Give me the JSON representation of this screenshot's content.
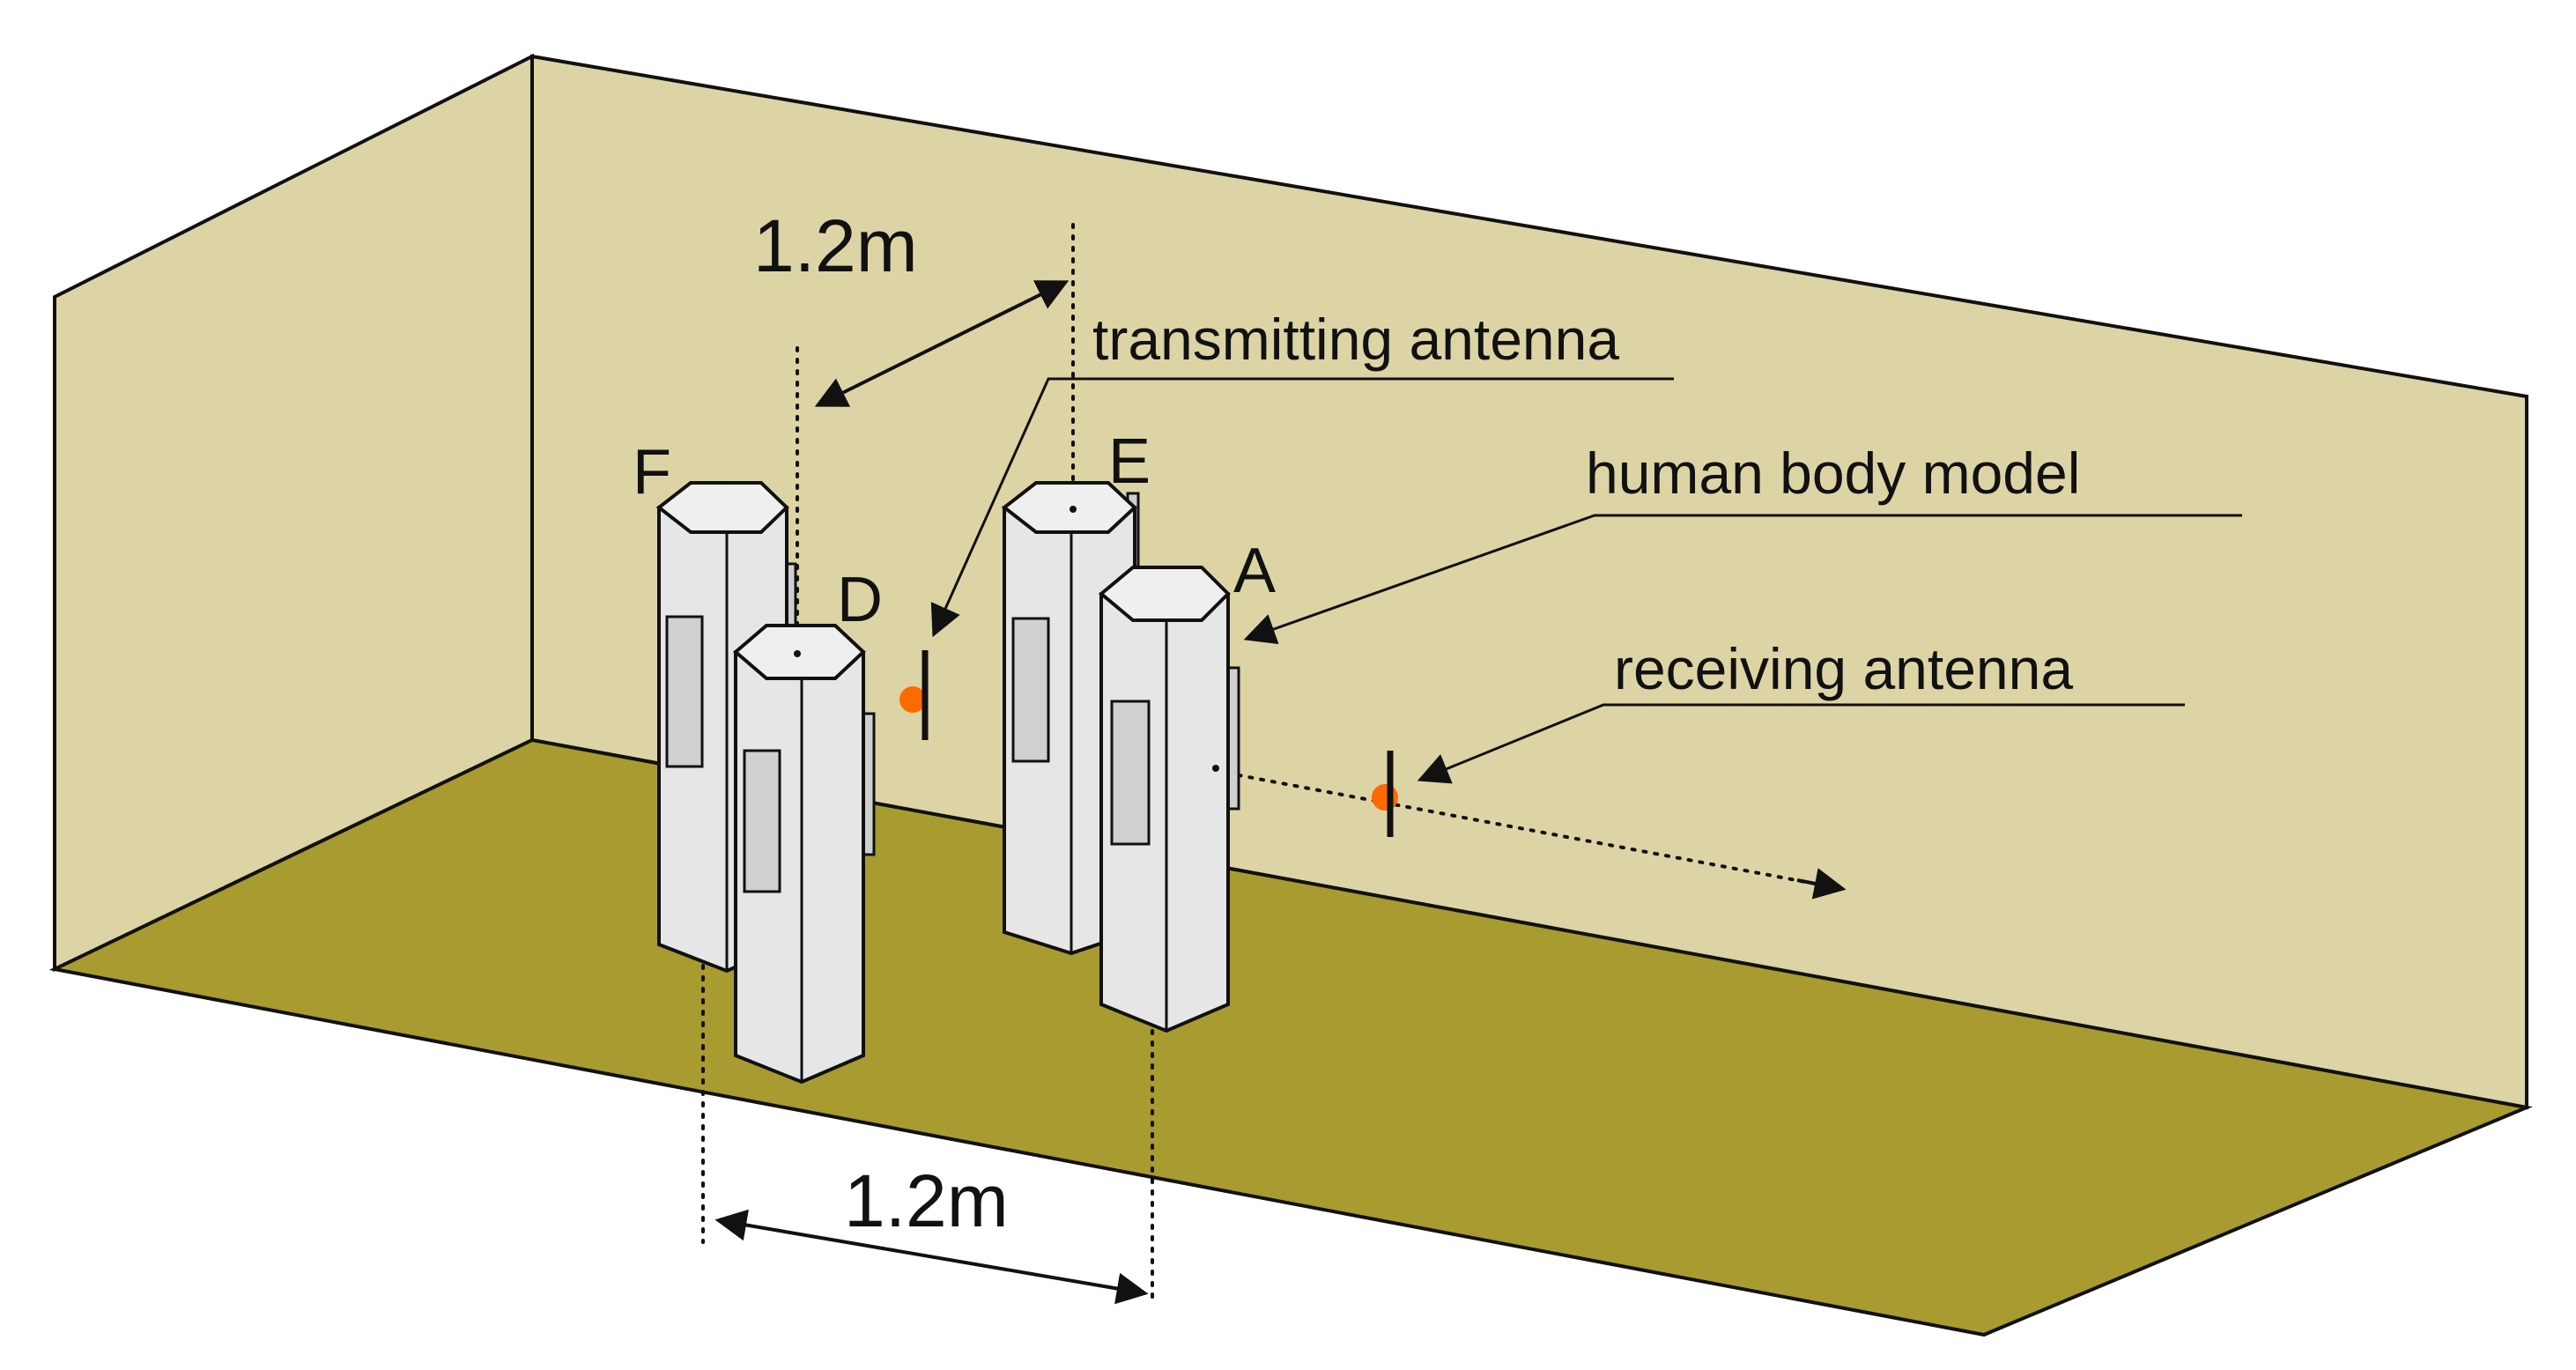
{
  "colors": {
    "wall": "#DDD4A6",
    "floor": "#A89B30",
    "body": "#E6E6E6",
    "body_dark": "#C9C9C9",
    "antenna_dot": "#FF6A00",
    "line": "#111111"
  },
  "dimensions": {
    "top_spacing": "1.2m",
    "bottom_spacing": "1.2m"
  },
  "callouts": {
    "transmitting_antenna": "transmitting antenna",
    "human_body_model": "human body model",
    "receiving_antenna": "receiving antenna"
  },
  "body_labels": {
    "A": "A",
    "D": "D",
    "E": "E",
    "F": "F"
  }
}
